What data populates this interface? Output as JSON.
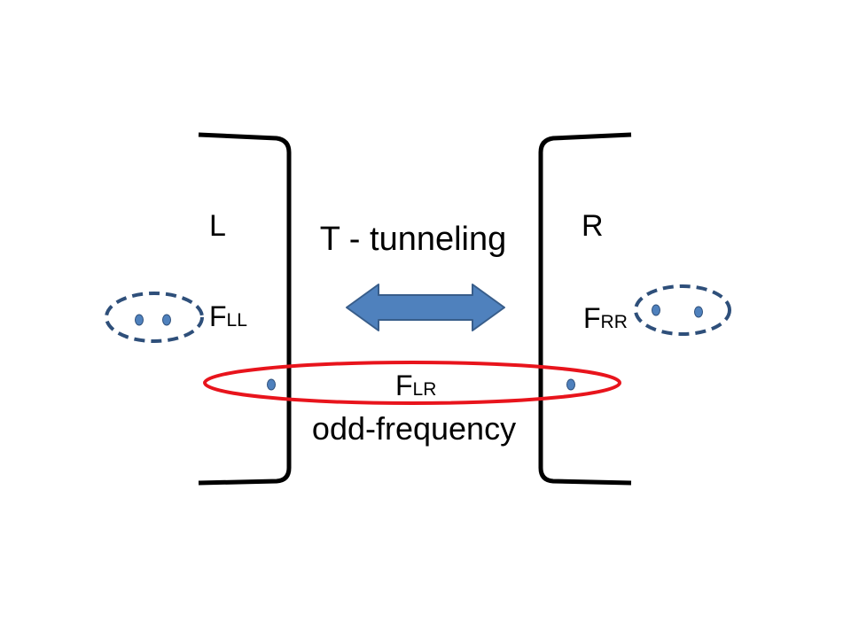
{
  "labels": {
    "left": "L",
    "right": "R",
    "tunneling": "T - tunneling",
    "odd_frequency": "odd-frequency"
  },
  "pair_functions": {
    "left": {
      "base": "F",
      "sub": "LL"
    },
    "right": {
      "base": "F",
      "sub": "RR"
    },
    "cross": {
      "base": "F",
      "sub": "LR"
    }
  },
  "colors": {
    "bracket": "#000000",
    "arrow_fill": "#4F81BD",
    "arrow_stroke": "#385D8A",
    "dashed_ellipse": "#2E4F7A",
    "dot": "#4F81BD",
    "red_ellipse": "#E8141C",
    "text": "#000000"
  },
  "icons": {
    "arrow": "double-headed-arrow",
    "pair": "dashed-ellipse-with-dots"
  }
}
